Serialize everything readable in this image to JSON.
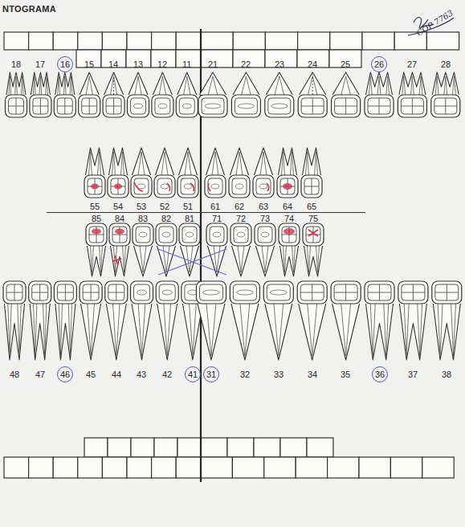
{
  "diagram": {
    "title": "NTOGRAMA",
    "nodes": [
      {
        "text": [
          "16"
        ]
      },
      {
        "text": [
          "26"
        ]
      },
      {
        "text": [
          "46"
        ]
      },
      {
        "text": [
          "41"
        ]
      },
      {
        "text": [
          "31"
        ]
      },
      {
        "text": [
          "36"
        ]
      }
    ],
    "labels": [
      "COP 7763",
      "18",
      "17",
      "15",
      "14",
      "13",
      "12",
      "11",
      "21",
      "22",
      "23",
      "24",
      "25",
      "27",
      "28",
      "55",
      "54",
      "53",
      "52",
      "51",
      "61",
      "62",
      "63",
      "64",
      "65",
      "85",
      "84",
      "83",
      "82",
      "81",
      "71",
      "72",
      "73",
      "74",
      "75",
      "48",
      "47",
      "45",
      "44",
      "43",
      "42",
      "32",
      "33",
      "34",
      "35",
      "37",
      "38"
    ]
  }
}
